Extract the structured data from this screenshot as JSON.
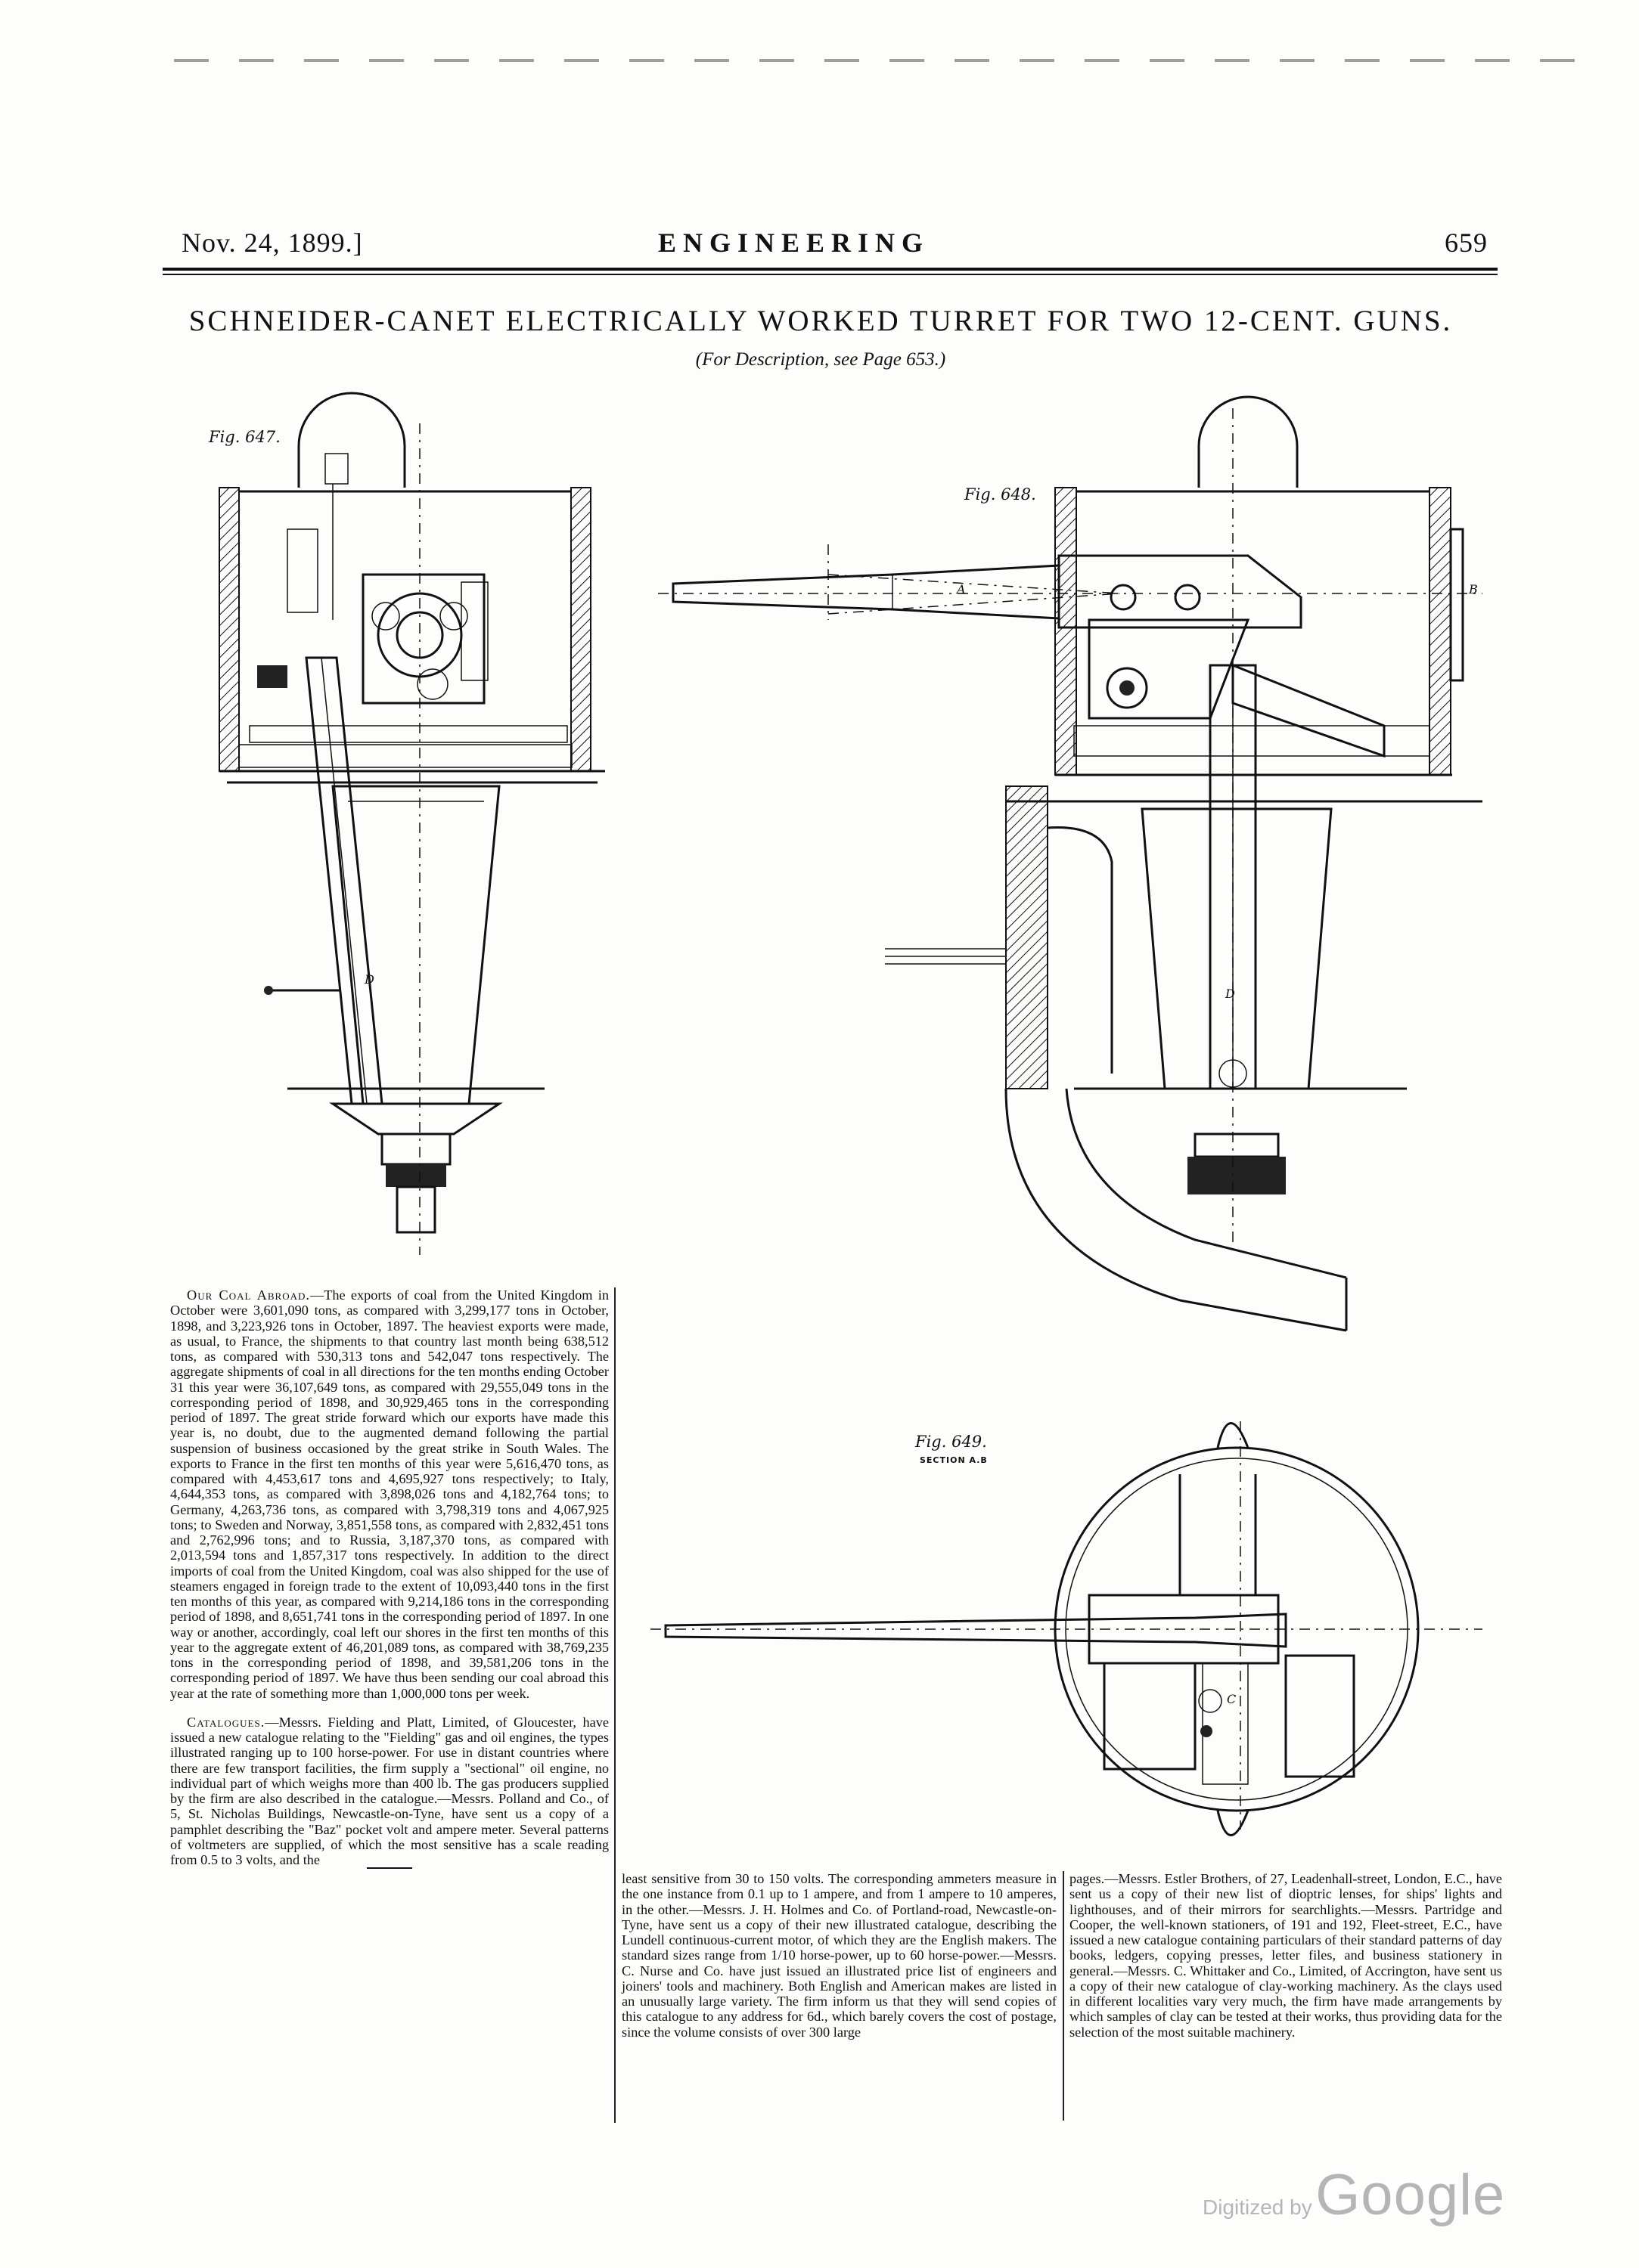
{
  "header": {
    "date": "Nov. 24, 1899.]",
    "journal": "ENGINEERING",
    "page_number": "659"
  },
  "article": {
    "title": "SCHNEIDER-CANET ELECTRICALLY WORKED TURRET FOR TWO 12-CENT. GUNS.",
    "subtitle": "(For Description, see Page 653.)"
  },
  "figures": {
    "fig647": {
      "caption": "Fig. 647."
    },
    "fig648": {
      "caption": "Fig. 648.",
      "label_a": "A",
      "label_b": "B",
      "label_d": "D"
    },
    "fig649": {
      "caption": "Fig. 649.",
      "section": "SECTION A.B",
      "label_c": "C"
    },
    "fig647_label_d": "D"
  },
  "coal_abroad": {
    "heading": "Our Coal Abroad.",
    "body": "—The exports of coal from the United Kingdom in October were 3,601,090 tons, as compared with 3,299,177 tons in October, 1898, and 3,223,926 tons in October, 1897. The heaviest exports were made, as usual, to France, the shipments to that country last month being 638,512 tons, as compared with 530,313 tons and 542,047 tons respectively. The aggregate shipments of coal in all directions for the ten months ending October 31 this year were 36,107,649 tons, as compared with 29,555,049 tons in the corresponding period of 1898, and 30,929,465 tons in the corresponding period of 1897. The great stride forward which our exports have made this year is, no doubt, due to the augmented demand following the partial suspension of business occasioned by the great strike in South Wales. The exports to France in the first ten months of this year were 5,616,470 tons, as compared with 4,453,617 tons and 4,695,927 tons respectively; to Italy, 4,644,353 tons, as compared with 3,898,026 tons and 4,182,764 tons; to Germany, 4,263,736 tons, as compared with 3,798,319 tons and 4,067,925 tons; to Sweden and Norway, 3,851,558 tons, as compared with 2,832,451 tons and 2,762,996 tons; and to Russia, 3,187,370 tons, as compared with 2,013,594 tons and 1,857,317 tons respectively. In addition to the direct imports of coal from the United Kingdom, coal was also shipped for the use of steamers engaged in foreign trade to the extent of 10,093,440 tons in the first ten months of this year, as compared with 9,214,186 tons in the corresponding period of 1898, and 8,651,741 tons in the corresponding period of 1897. In one way or another, accordingly, coal left our shores in the first ten months of this year to the aggregate extent of 46,201,089 tons, as compared with 38,769,235 tons in the corresponding period of 1898, and 39,581,206 tons in the corresponding period of 1897. We have thus been sending our coal abroad this year at the rate of something more than 1,000,000 tons per week."
  },
  "catalogues": {
    "heading": "Catalogues.",
    "col1": "—Messrs. Fielding and Platt, Limited, of Gloucester, have issued a new catalogue relating to the \"Fielding\" gas and oil engines, the types illustrated ranging up to 100 horse-power. For use in distant countries where there are few transport facilities, the firm supply a \"sectional\" oil engine, no individual part of which weighs more than 400 lb. The gas producers supplied by the firm are also described in the catalogue.—Messrs. Polland and Co., of 5, St. Nicholas Buildings, Newcastle-on-Tyne, have sent us a copy of a pamphlet describing the \"Baz\" pocket volt and ampere meter. Several patterns of voltmeters are supplied, of which the most sensitive has a scale reading from 0.5 to 3 volts, and the",
    "col2": "least sensitive from 30 to 150 volts. The corresponding ammeters measure in the one instance from 0.1 up to 1 ampere, and from 1 ampere to 10 amperes, in the other.—Messrs. J. H. Holmes and Co. of Portland-road, Newcastle-on-Tyne, have sent us a copy of their new illustrated catalogue, describing the Lundell continuous-current motor, of which they are the English makers. The standard sizes range from 1/10 horse-power, up to 60 horse-power.—Messrs. C. Nurse and Co. have just issued an illustrated price list of engineers and joiners' tools and machinery. Both English and American makes are listed in an unusually large variety. The firm inform us that they will send copies of this catalogue to any address for 6d., which barely covers the cost of postage, since the volume consists of over 300 large",
    "col3": "pages.—Messrs. Estler Brothers, of 27, Leadenhall-street, London, E.C., have sent us a copy of their new list of dioptric lenses, for ships' lights and lighthouses, and of their mirrors for searchlights.—Messrs. Partridge and Cooper, the well-known stationers, of 191 and 192, Fleet-street, E.C., have issued a new catalogue containing particulars of their standard patterns of day books, ledgers, copying presses, letter files, and business stationery in general.—Messrs. C. Whittaker and Co., Limited, of Accrington, have sent us a copy of their new catalogue of clay-working machinery. As the clays used in different localities vary very much, the firm have made arrangements by which samples of clay can be tested at their works, thus providing data for the selection of the most suitable machinery."
  },
  "watermark": {
    "prefix": "Digitized by",
    "brand": "Google"
  }
}
